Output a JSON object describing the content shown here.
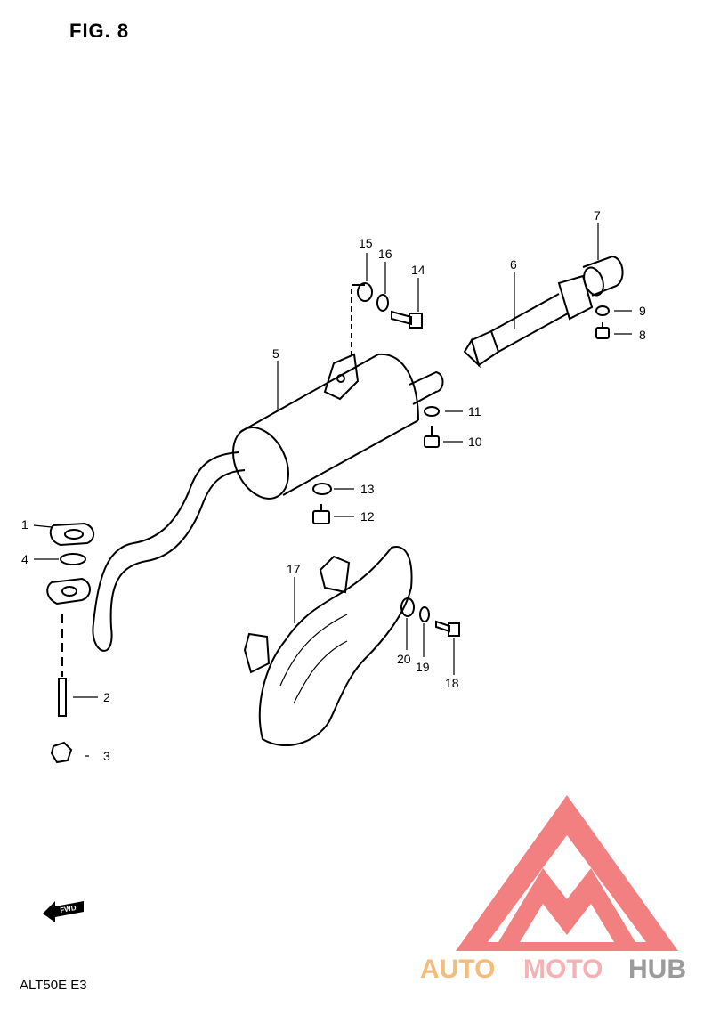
{
  "figure": {
    "title": "FIG. 8",
    "model_code": "ALT50E  E3",
    "fwd_label": "FWD"
  },
  "parts": [
    {
      "id": "1"
    },
    {
      "id": "2"
    },
    {
      "id": "3"
    },
    {
      "id": "4"
    },
    {
      "id": "5"
    },
    {
      "id": "6"
    },
    {
      "id": "7"
    },
    {
      "id": "8"
    },
    {
      "id": "9"
    },
    {
      "id": "10"
    },
    {
      "id": "11"
    },
    {
      "id": "12"
    },
    {
      "id": "13"
    },
    {
      "id": "14"
    },
    {
      "id": "15"
    },
    {
      "id": "16"
    },
    {
      "id": "17"
    },
    {
      "id": "18"
    },
    {
      "id": "19"
    },
    {
      "id": "20"
    }
  ],
  "watermark": {
    "text_1": "AUTO",
    "text_2": "MOTO",
    "text_3": "HUB",
    "colors": {
      "red": "#f06a6a",
      "orange": "#f5b165",
      "gray": "#8a8a8a"
    }
  }
}
